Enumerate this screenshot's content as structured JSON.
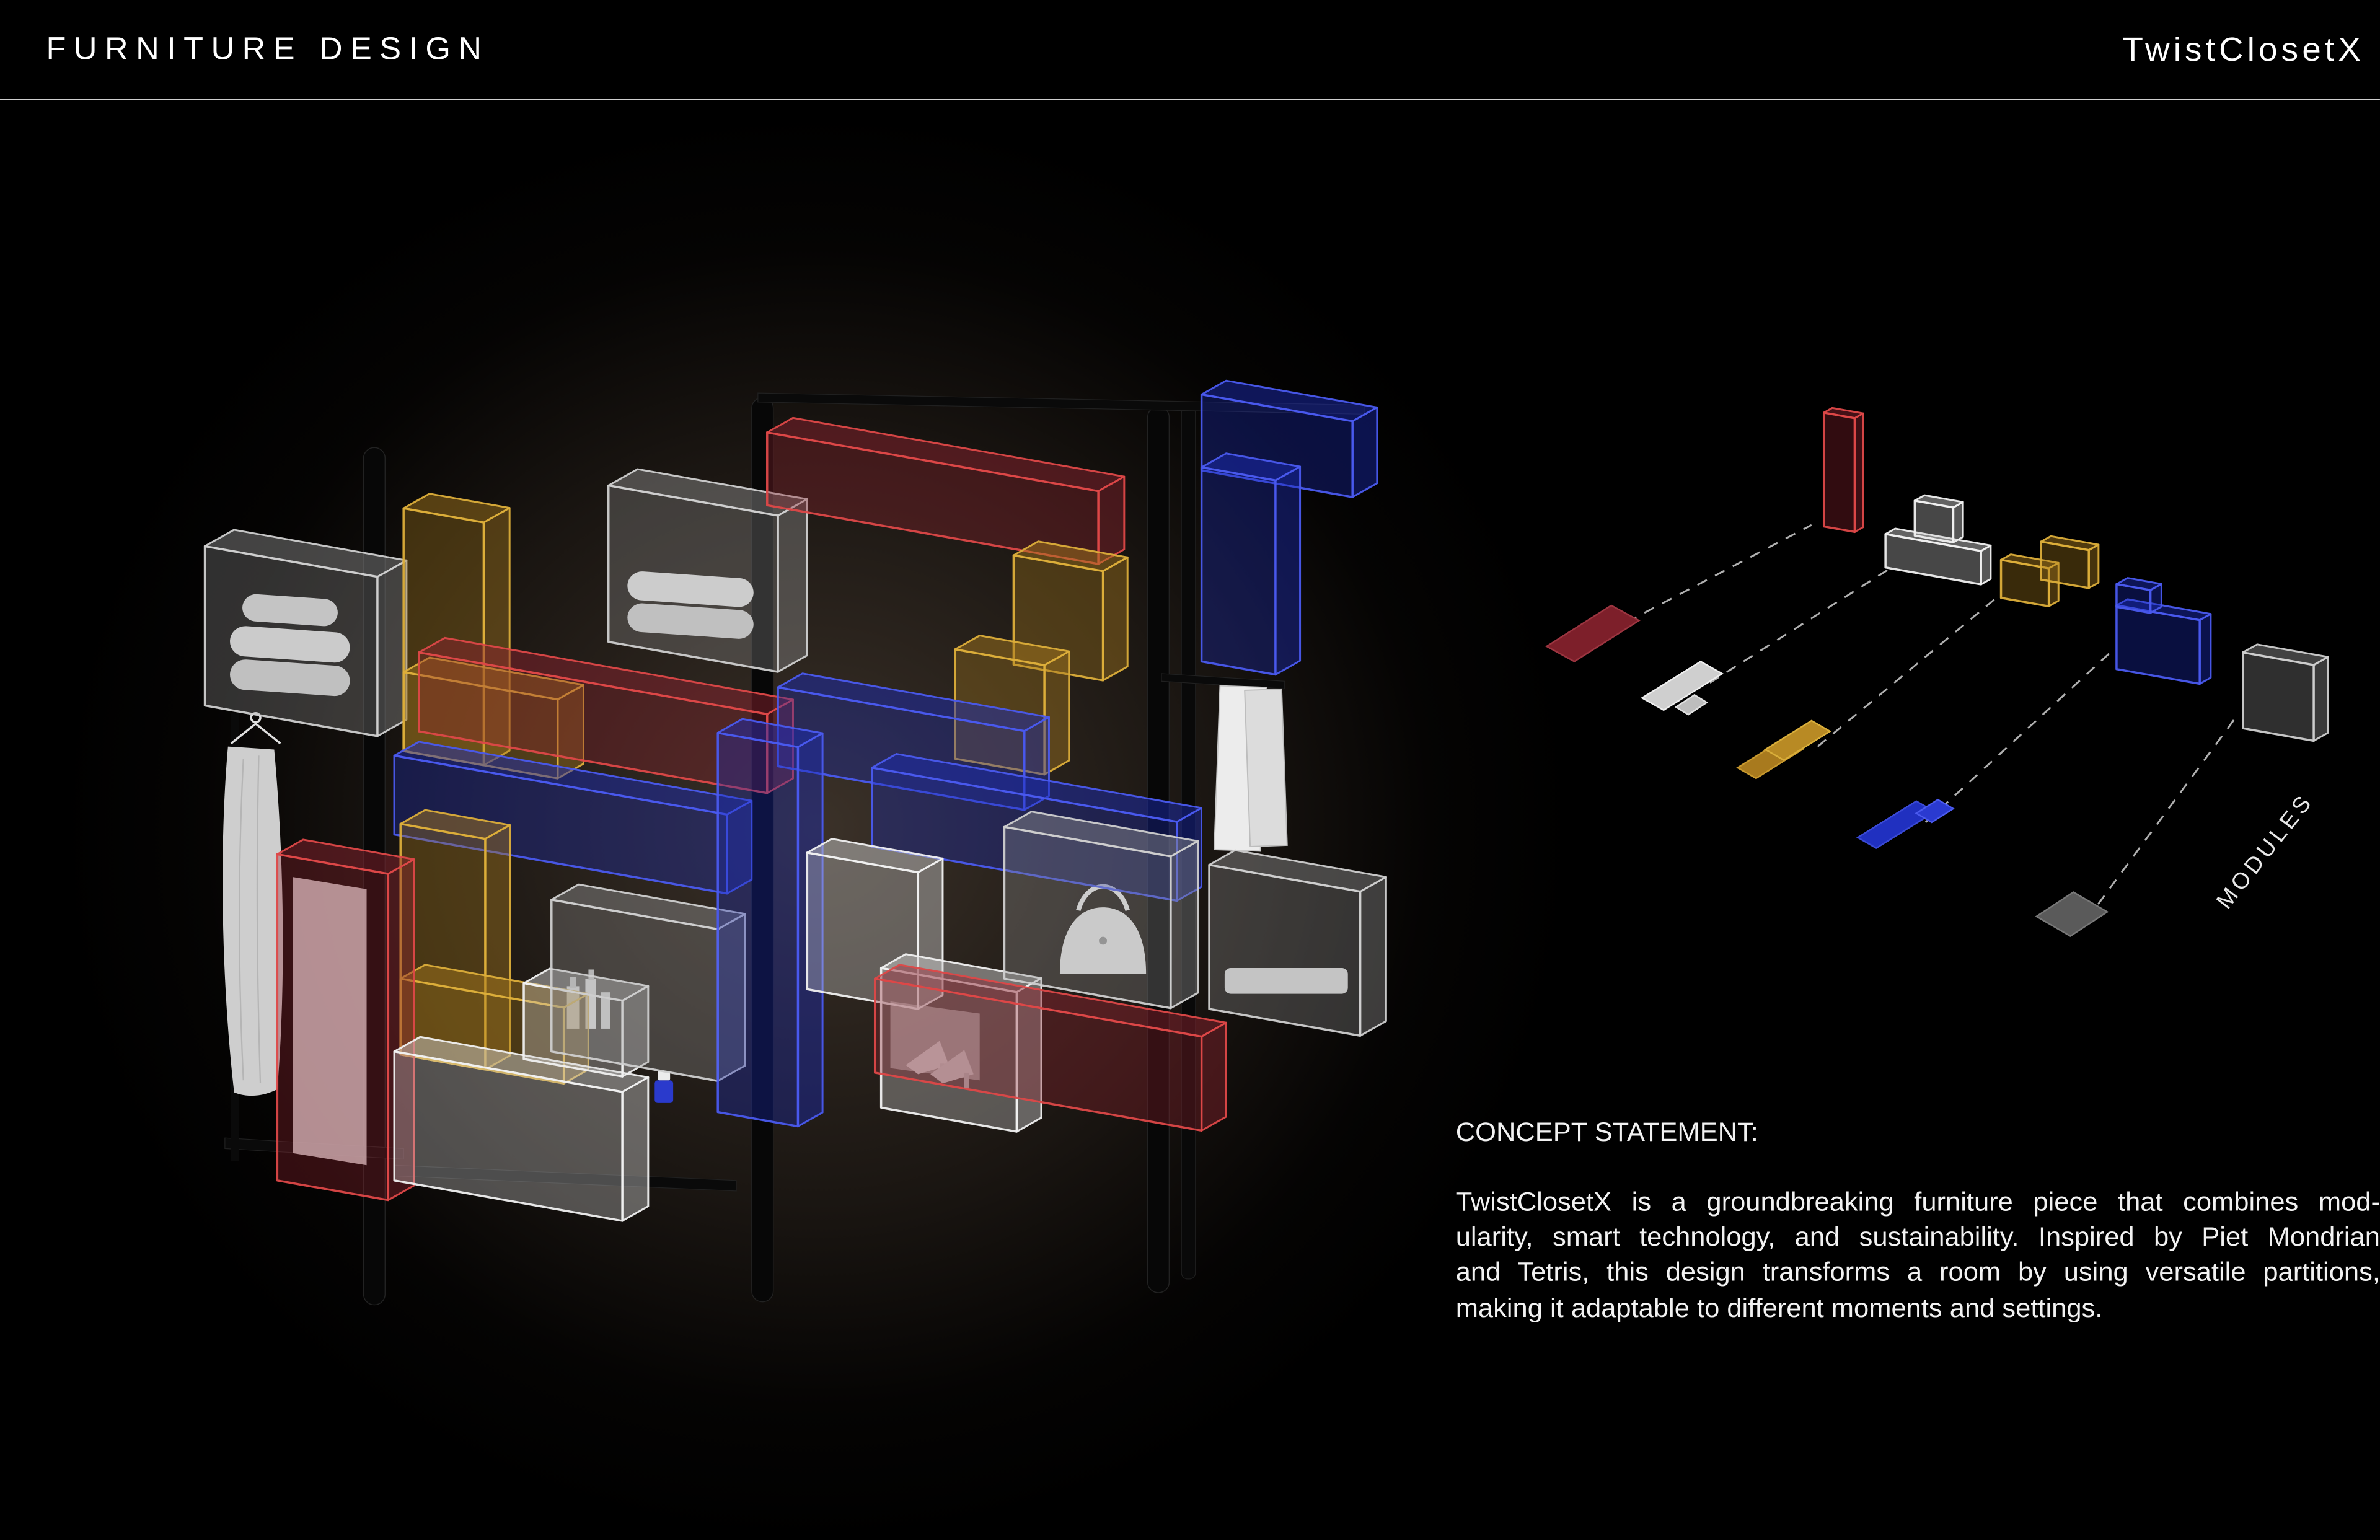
{
  "header": {
    "title": "FURNITURE DESIGN",
    "brand": "TwistClosetX"
  },
  "diagram": {
    "label": "MODULES",
    "pieces": [
      {
        "name": "red-bar-piece",
        "color": "#8f2430"
      },
      {
        "name": "white-t-piece",
        "color": "#d8d8d8"
      },
      {
        "name": "gold-s-piece",
        "color": "#a87a1e"
      },
      {
        "name": "blue-l-piece",
        "color": "#2030c0"
      },
      {
        "name": "gray-square-piece",
        "color": "#5a5a5a"
      }
    ]
  },
  "concept": {
    "heading": "CONCEPT STATEMENT:",
    "lines": [
      "TwistClosetX is a groundbreaking furniture piece that combines mod-",
      "ularity, smart technology, and sustainability. Inspired by Piet Mondrian",
      "and Tetris, this design transforms a room by using versatile partitions,",
      "making it adaptable to different moments and settings."
    ]
  },
  "colors": {
    "background": "#000000",
    "red": "#8f2430",
    "red_edge": "#dd4848",
    "blue": "#1b2bb8",
    "blue_edge": "#4a5aee",
    "gold": "#a87a1e",
    "gold_edge": "#dcae3a",
    "gray": "#8a8a8a",
    "gray_edge": "#cfcfcf",
    "white": "#cfcfcf",
    "white_edge": "#f0f0f0",
    "dashed_line": "#cfcfcf"
  }
}
